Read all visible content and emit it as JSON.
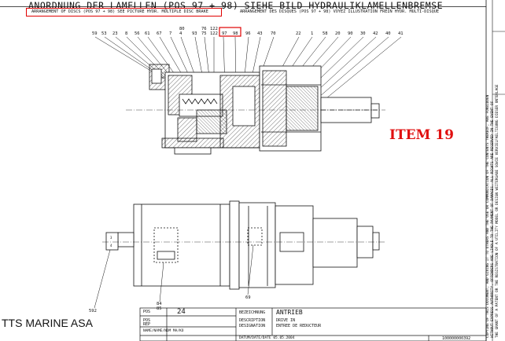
{
  "header": {
    "title": "ANORDNUNG DER LAMELLEN (POS 97 + 98) SIEHE BILD HYDRAULIKLAMELLENBREMSE",
    "subtitle_left": "ARRANGEMENT OF DISCS (POS 97 + 98) SEE PICTURE HYDR. MULTIPLE DISC BRAKE",
    "subtitle_right": "ARRANGEMENT DES DISQUES (POS 97 + 98) VOYEZ ILLUSTRATION FREIN HYDR. MULTI-DISQUE"
  },
  "top_position_numbers": [
    "59",
    "53",
    "23",
    "8",
    "56",
    "61",
    "67",
    "7",
    "4",
    "93",
    "75",
    "122",
    "97",
    "98",
    "96",
    "43",
    "70",
    "22",
    "1",
    "58",
    "20",
    "90",
    "30",
    "42",
    "40",
    "41"
  ],
  "top_position_numbers_upper": [
    "80",
    "76",
    "122"
  ],
  "lower_position_numbers": [
    "592",
    "84",
    "85",
    "69"
  ],
  "item_label": "ITEM 19",
  "company": "TTS MARINE ASA",
  "title_block": {
    "pos_label": "POS",
    "pos_value": "24",
    "pos_fr": "POS",
    "rep": "REP",
    "name_row": "NAME/NAME/NOM   MA/KO",
    "bezeichnung_label": "BEZEICHNUNG",
    "bezeichnung_value": "ANTRIEB",
    "description_label": "DESCRIPTION",
    "description_value": "DRIVE IN",
    "designation_label": "DESIGNATION",
    "designation_value": "ENTREE DE REDUCTEUR",
    "date_row": "DATUM/DATE/DATE  05.05.2004",
    "drawing_number": "100000000392"
  },
  "copyright_lines": [
    "COPYING OF THIS DOCUMENT, AND GIVING IT TO OTHERS AND THE USE OR COMMUNICATION OF THE CONTENTS THEREOF, ARE FORBIDDEN",
    "WITHOUT EXPRESS AUTHORITY. OFFENDERS ARE LIABLE TO THE PAYMENT OF DAMAGES. ALL RIGHTS ARE RESERVED IN THE EVENT OF",
    "THE GRANT OF A PATENT OR THE REGISTRATION OF A UTILITY MODEL OR DESIGN  WEITERGABE SOWIE VERVIELFAELTIGUNG DIESER UNTERLAGE"
  ]
}
